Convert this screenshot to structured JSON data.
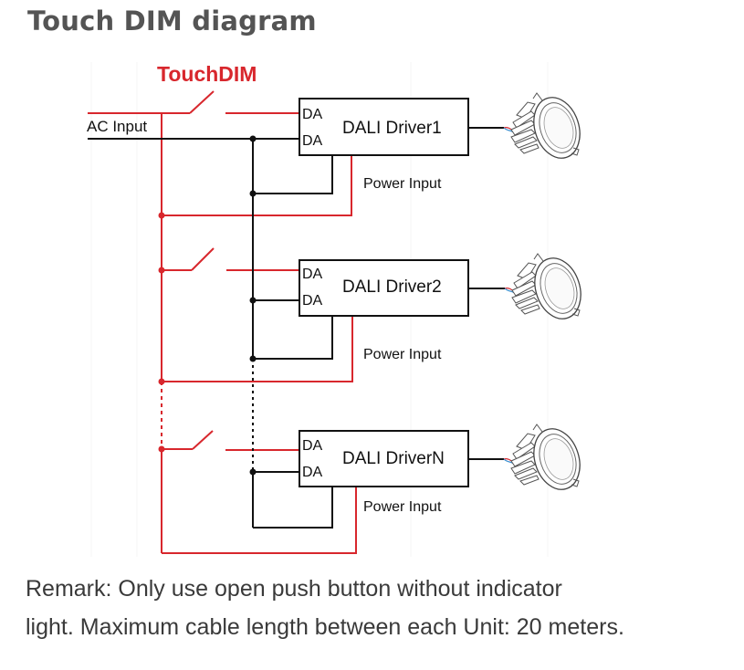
{
  "title": "Touch DIM diagram",
  "diagram": {
    "switch_label": "TouchDIM",
    "ac_input_label": "AC Input",
    "colors": {
      "red_wire": "#d8272d",
      "black_wire": "#111111",
      "title_gray": "#545454",
      "remark_text": "#3a3a3a"
    },
    "drivers": [
      {
        "name": "DALI Driver1",
        "terminal_top": "DA",
        "terminal_bottom": "DA",
        "power_label": "Power Input"
      },
      {
        "name": "DALI Driver2",
        "terminal_top": "DA",
        "terminal_bottom": "DA",
        "power_label": "Power Input"
      },
      {
        "name": "DALI DriverN",
        "terminal_top": "DA",
        "terminal_bottom": "DA",
        "power_label": "Power Input"
      }
    ]
  },
  "remark": {
    "line1": "Remark: Only use open push button without indicator",
    "line2": "light. Maximum cable length between each Unit: 20 meters."
  }
}
